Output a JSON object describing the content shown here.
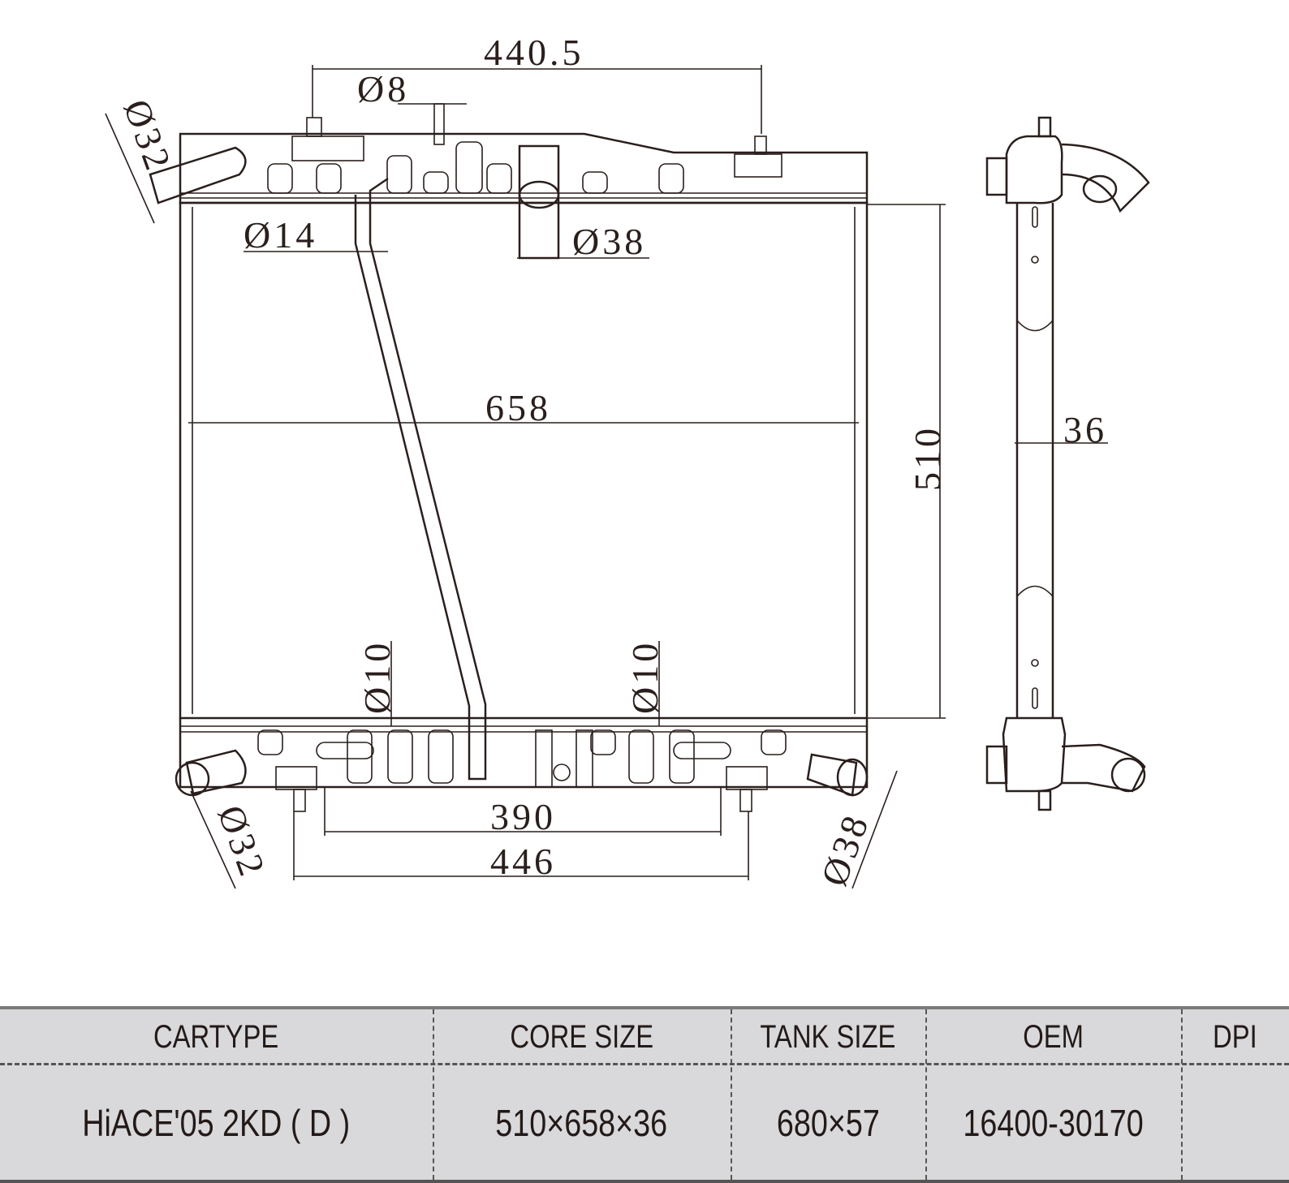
{
  "drawing": {
    "dimensions": {
      "top_span": "440.5",
      "d8": "Ø8",
      "d32_top": "Ø32",
      "d14": "Ø14",
      "d38_top": "Ø38",
      "width_658": "658",
      "height_510": "510",
      "d10_left": "Ø10",
      "d10_right": "Ø10",
      "span_390": "390",
      "span_446": "446",
      "d32_bottom": "Ø32",
      "d38_bottom": "Ø38",
      "thickness_36": "36"
    },
    "line_color": "#2a1f1c"
  },
  "table": {
    "background": "#d9d9db",
    "headers": [
      "CARTYPE",
      "CORE SIZE",
      "TANK SIZE",
      "OEM",
      "DPI"
    ],
    "rows": [
      [
        "HiACE'05 2KD ( D )",
        "510×658×36",
        "680×57",
        "16400-30170",
        ""
      ]
    ]
  }
}
